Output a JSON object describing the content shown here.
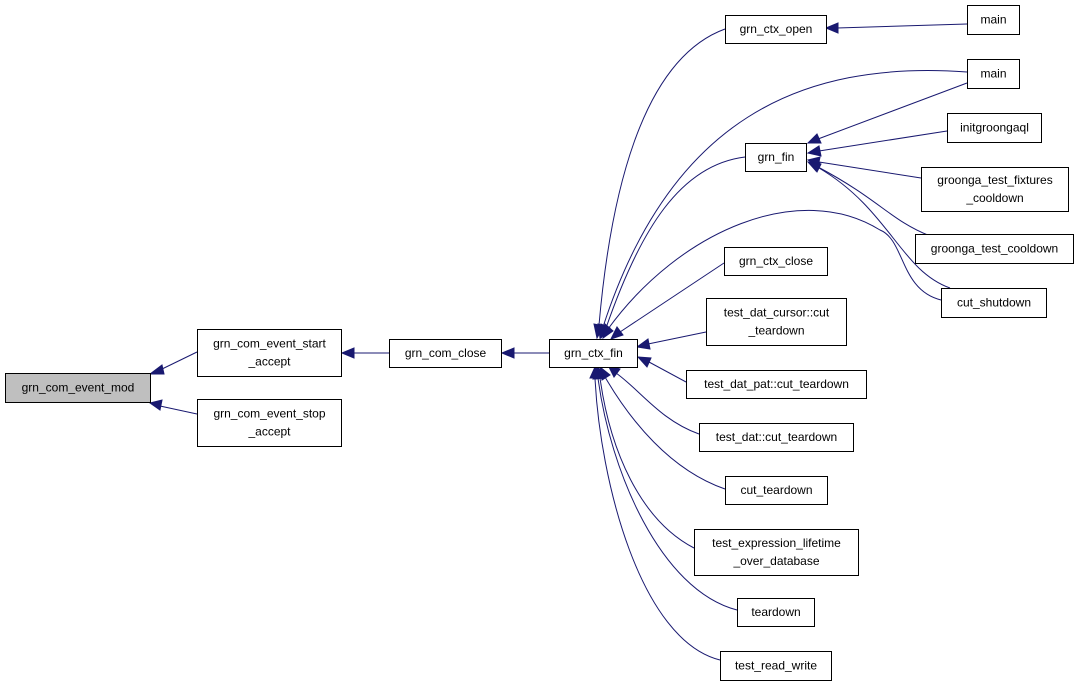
{
  "graph": {
    "colors": {
      "edge": "#191970",
      "node_fill": "#ffffff",
      "focus_fill": "#bfbfbf",
      "border": "#000000"
    },
    "nodes": {
      "grn_com_event_mod": [
        "grn_com_event_mod"
      ],
      "grn_com_event_start_accept": [
        "grn_com_event_start",
        "_accept"
      ],
      "grn_com_event_stop_accept": [
        "grn_com_event_stop",
        "_accept"
      ],
      "grn_com_close": [
        "grn_com_close"
      ],
      "grn_ctx_fin": [
        "grn_ctx_fin"
      ],
      "grn_ctx_open": [
        "grn_ctx_open"
      ],
      "main_1": [
        "main"
      ],
      "main_2": [
        "main"
      ],
      "grn_fin": [
        "grn_fin"
      ],
      "initgroongaql": [
        "initgroongaql"
      ],
      "groonga_test_fixtures_cooldown": [
        "groonga_test_fixtures",
        "_cooldown"
      ],
      "groonga_test_cooldown": [
        "groonga_test_cooldown"
      ],
      "cut_shutdown": [
        "cut_shutdown"
      ],
      "grn_ctx_close": [
        "grn_ctx_close"
      ],
      "test_dat_cursor_cut_teardown": [
        "test_dat_cursor::cut",
        "_teardown"
      ],
      "test_dat_pat_cut_teardown": [
        "test_dat_pat::cut_teardown"
      ],
      "test_dat_cut_teardown": [
        "test_dat::cut_teardown"
      ],
      "cut_teardown": [
        "cut_teardown"
      ],
      "test_expression_lifetime_over_database": [
        "test_expression_lifetime",
        "_over_database"
      ],
      "teardown": [
        "teardown"
      ],
      "test_read_write": [
        "test_read_write"
      ]
    },
    "edges": [
      [
        "grn_com_event_start_accept",
        "grn_com_event_mod"
      ],
      [
        "grn_com_event_stop_accept",
        "grn_com_event_mod"
      ],
      [
        "grn_com_close",
        "grn_com_event_start_accept"
      ],
      [
        "grn_ctx_fin",
        "grn_com_close"
      ],
      [
        "grn_ctx_open",
        "grn_ctx_fin"
      ],
      [
        "main_2",
        "grn_ctx_fin"
      ],
      [
        "grn_fin",
        "grn_ctx_fin"
      ],
      [
        "cut_shutdown",
        "grn_ctx_fin"
      ],
      [
        "grn_ctx_close",
        "grn_ctx_fin"
      ],
      [
        "test_dat_cursor_cut_teardown",
        "grn_ctx_fin"
      ],
      [
        "test_dat_pat_cut_teardown",
        "grn_ctx_fin"
      ],
      [
        "test_dat_cut_teardown",
        "grn_ctx_fin"
      ],
      [
        "cut_teardown",
        "grn_ctx_fin"
      ],
      [
        "test_expression_lifetime_over_database",
        "grn_ctx_fin"
      ],
      [
        "teardown",
        "grn_ctx_fin"
      ],
      [
        "test_read_write",
        "grn_ctx_fin"
      ],
      [
        "main_1",
        "grn_ctx_open"
      ],
      [
        "main_2",
        "grn_fin"
      ],
      [
        "initgroongaql",
        "grn_fin"
      ],
      [
        "groonga_test_fixtures_cooldown",
        "grn_fin"
      ],
      [
        "groonga_test_cooldown",
        "grn_fin"
      ],
      [
        "cut_shutdown",
        "grn_fin"
      ]
    ]
  }
}
